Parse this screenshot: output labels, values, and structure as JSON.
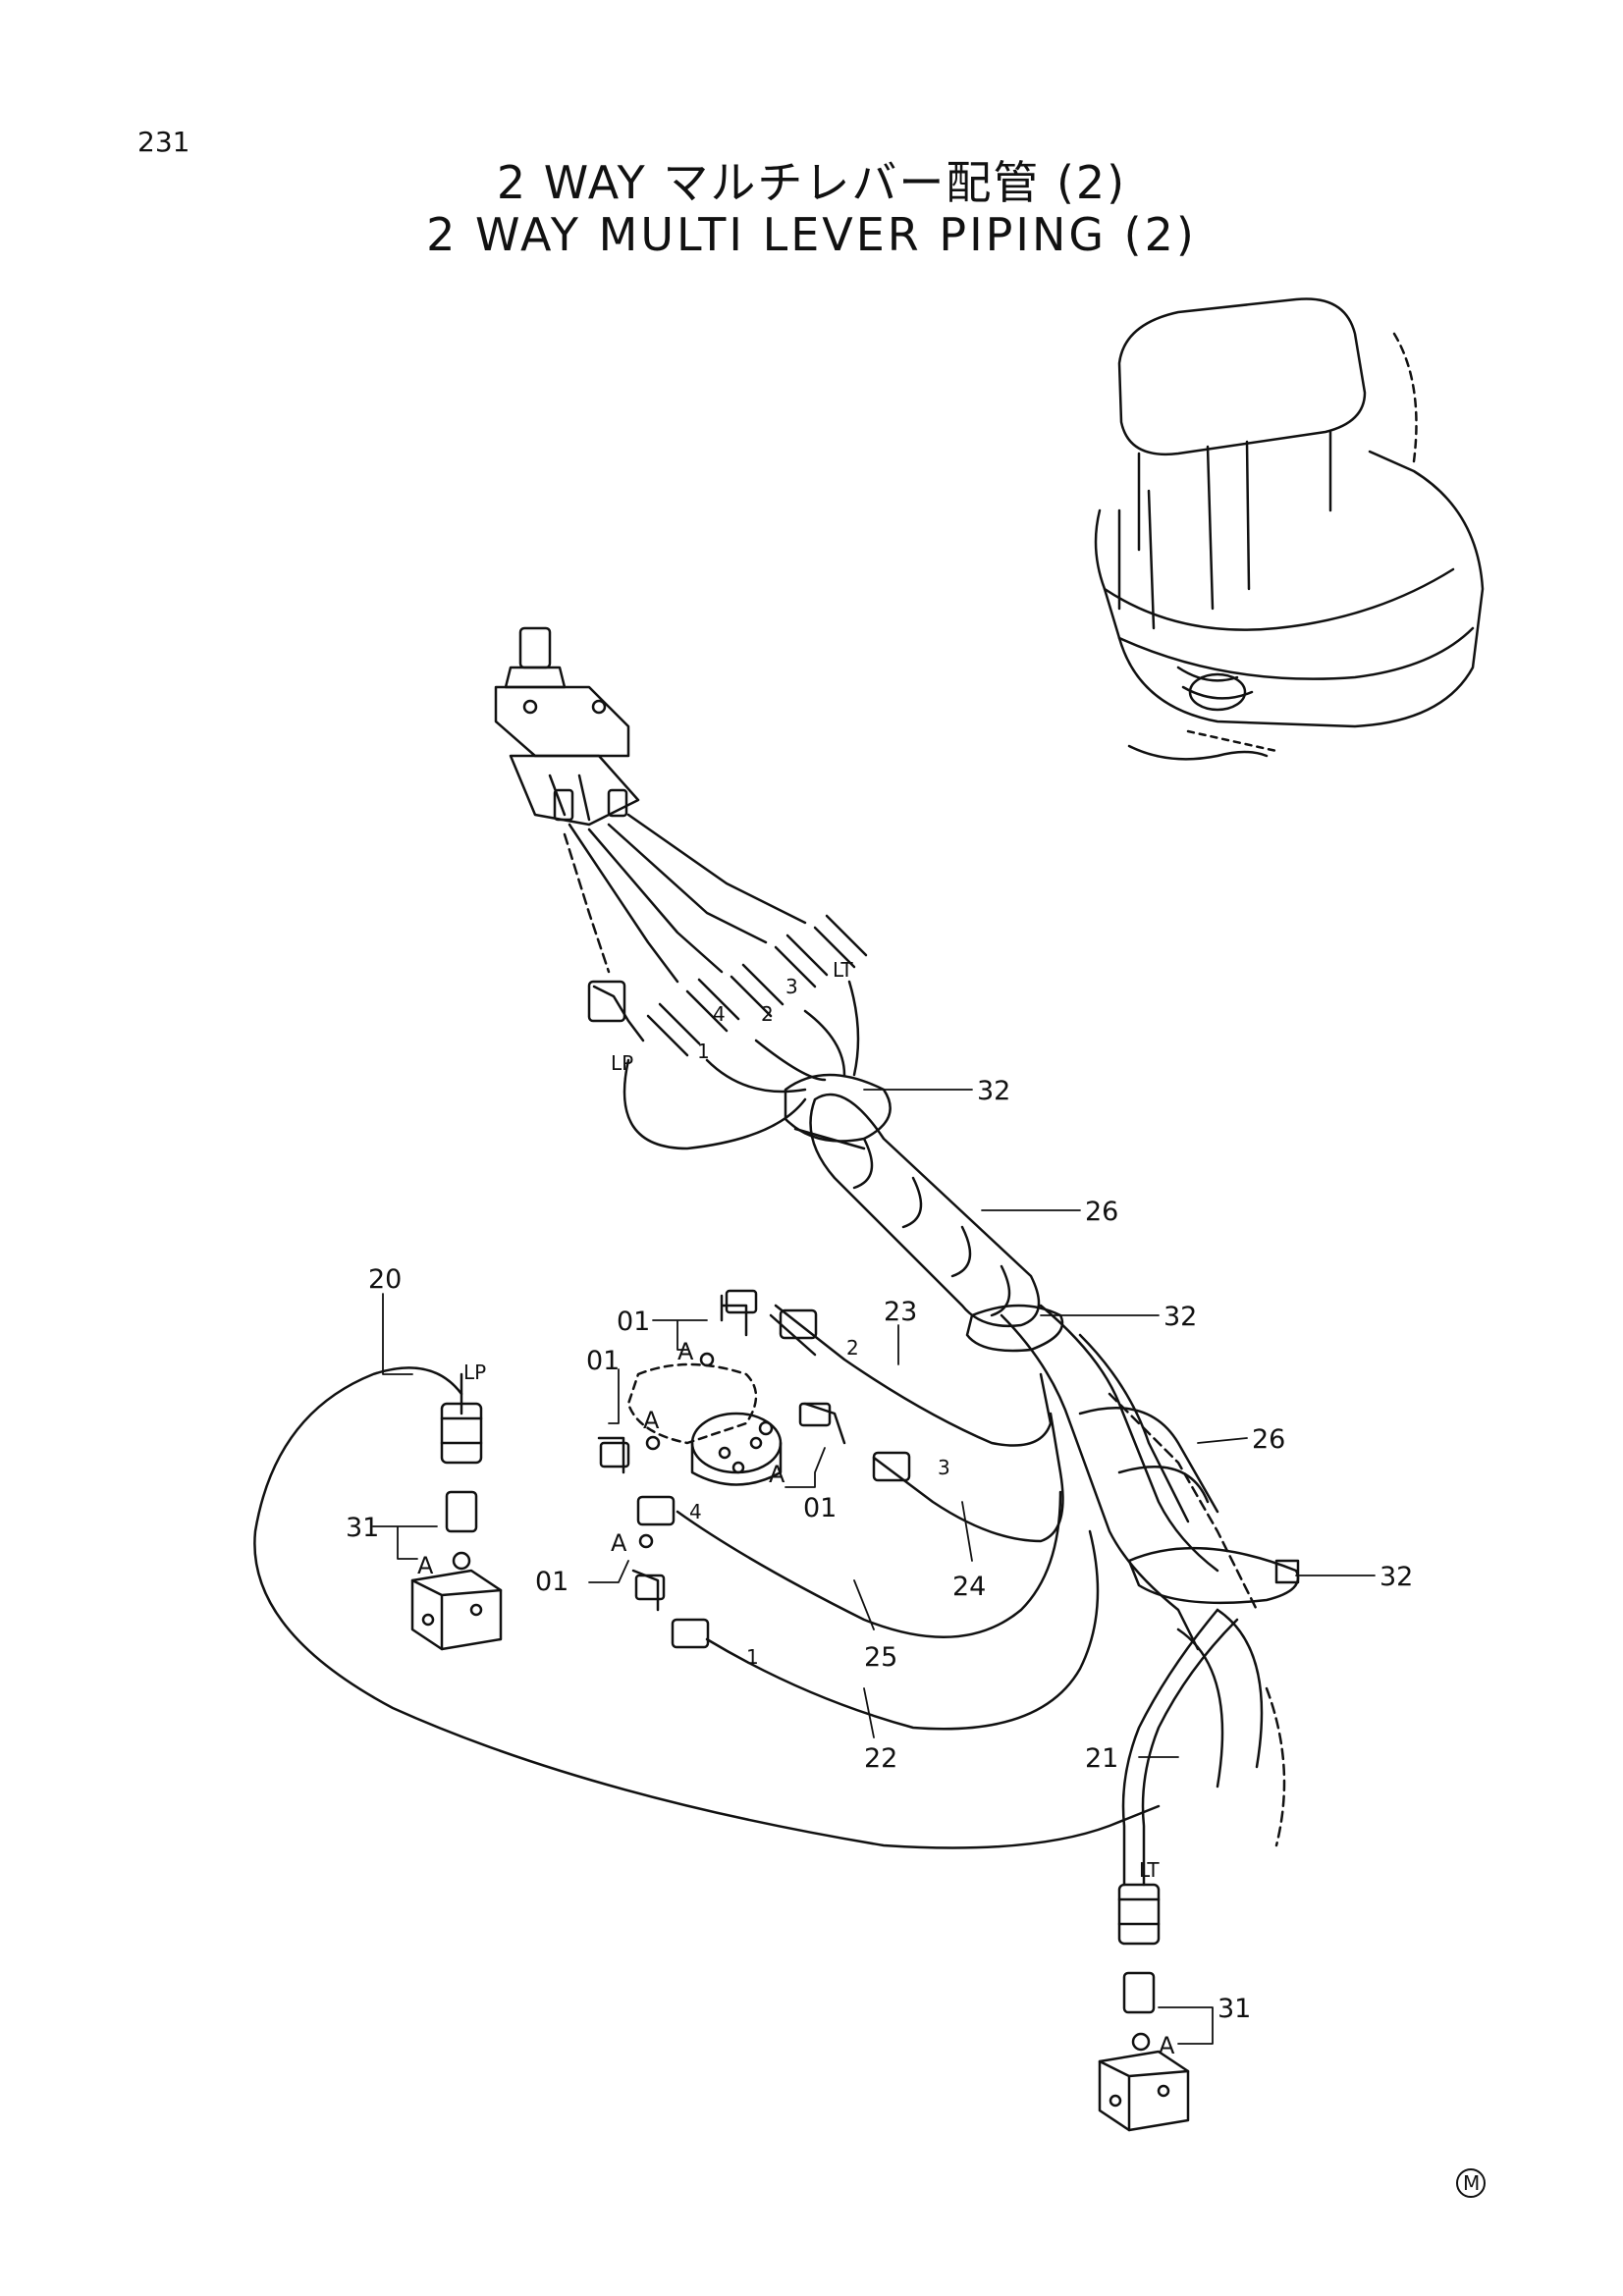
{
  "page": {
    "number": "231",
    "title_jp": "2 WAY マルチレバー配管 (2)",
    "title_en": "2 WAY MULTI LEVER PIPING (2)",
    "maker_mark": "M"
  },
  "callouts": {
    "c32_top": "32",
    "c26_top": "26",
    "c32_mid": "32",
    "c26_mid": "26",
    "c32_low": "32",
    "c20": "20",
    "c23": "23",
    "c24": "24",
    "c25": "25",
    "c22": "22",
    "c21": "21",
    "c31_left": "31",
    "c31_right": "31",
    "c01_a": "01",
    "c01_b": "01",
    "c01_c": "01",
    "c01_d": "01"
  },
  "detail_marks": {
    "A1": "A",
    "A2": "A",
    "A3": "A",
    "A4": "A",
    "A5": "A",
    "A6": "A"
  },
  "port_labels": {
    "LT_top": "LT",
    "LP_top": "LP",
    "p1_top": "1",
    "p2_top": "2",
    "p3_top": "3",
    "p4_top": "4",
    "LP_left": "LP",
    "p2_mid": "2",
    "p3_mid": "3",
    "p4_mid": "4",
    "p1_mid": "1",
    "LT_low": "LT"
  }
}
